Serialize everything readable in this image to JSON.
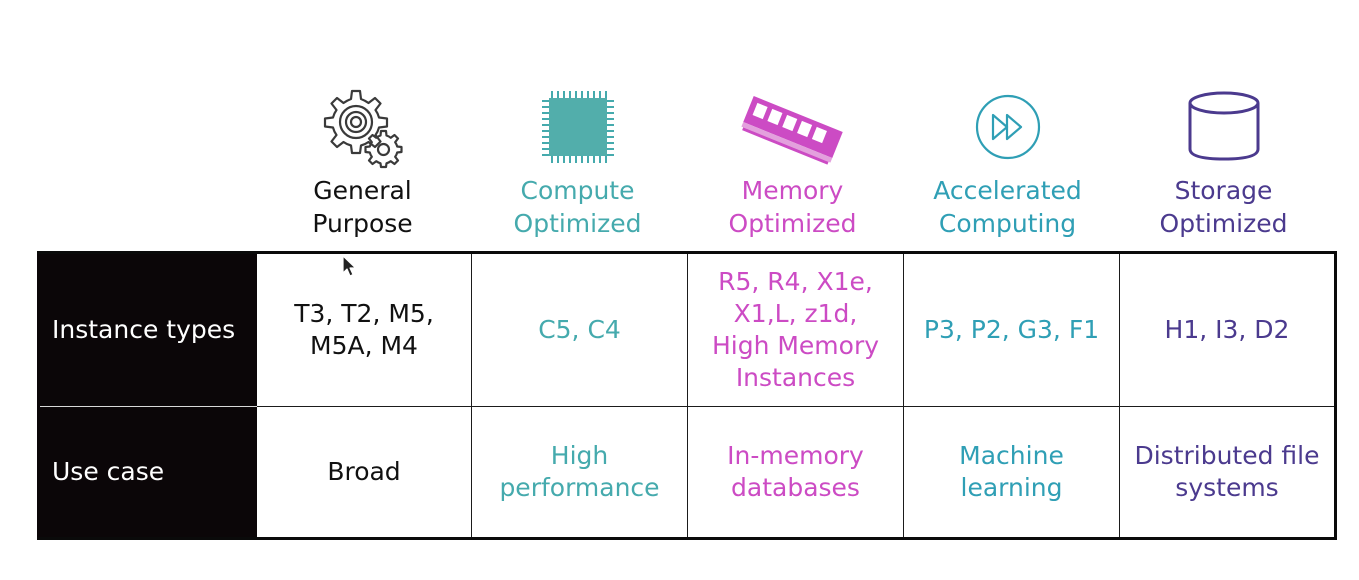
{
  "colors": {
    "general": "#111111",
    "compute": "#45aaad",
    "memory": "#cc4bc4",
    "accelerated": "#2f9fb5",
    "storage": "#4b3a8e",
    "row_header_bg": "#0b0608"
  },
  "columns": [
    {
      "key": "general",
      "icon": "gears-icon",
      "title": "General\nPurpose"
    },
    {
      "key": "compute",
      "icon": "cpu-chip-icon",
      "title": "Compute\nOptimized"
    },
    {
      "key": "memory",
      "icon": "memory-module-icon",
      "title": "Memory\nOptimized"
    },
    {
      "key": "accelerated",
      "icon": "fast-forward-icon",
      "title": "Accelerated\nComputing"
    },
    {
      "key": "storage",
      "icon": "database-cylinder-icon",
      "title": "Storage\nOptimized"
    }
  ],
  "rows": [
    {
      "label": "Instance types",
      "cells": [
        "T3, T2, M5,\nM5A, M4",
        "C5, C4",
        "R5, R4, X1e,\nX1,L, z1d,\nHigh Memory\nInstances",
        "P3, P2, G3, F1",
        "H1, I3, D2"
      ]
    },
    {
      "label": "Use case",
      "cells": [
        "Broad",
        "High\nperformance",
        "In-memory\ndatabases",
        "Machine\nlearning",
        "Distributed file\nsystems"
      ]
    }
  ]
}
